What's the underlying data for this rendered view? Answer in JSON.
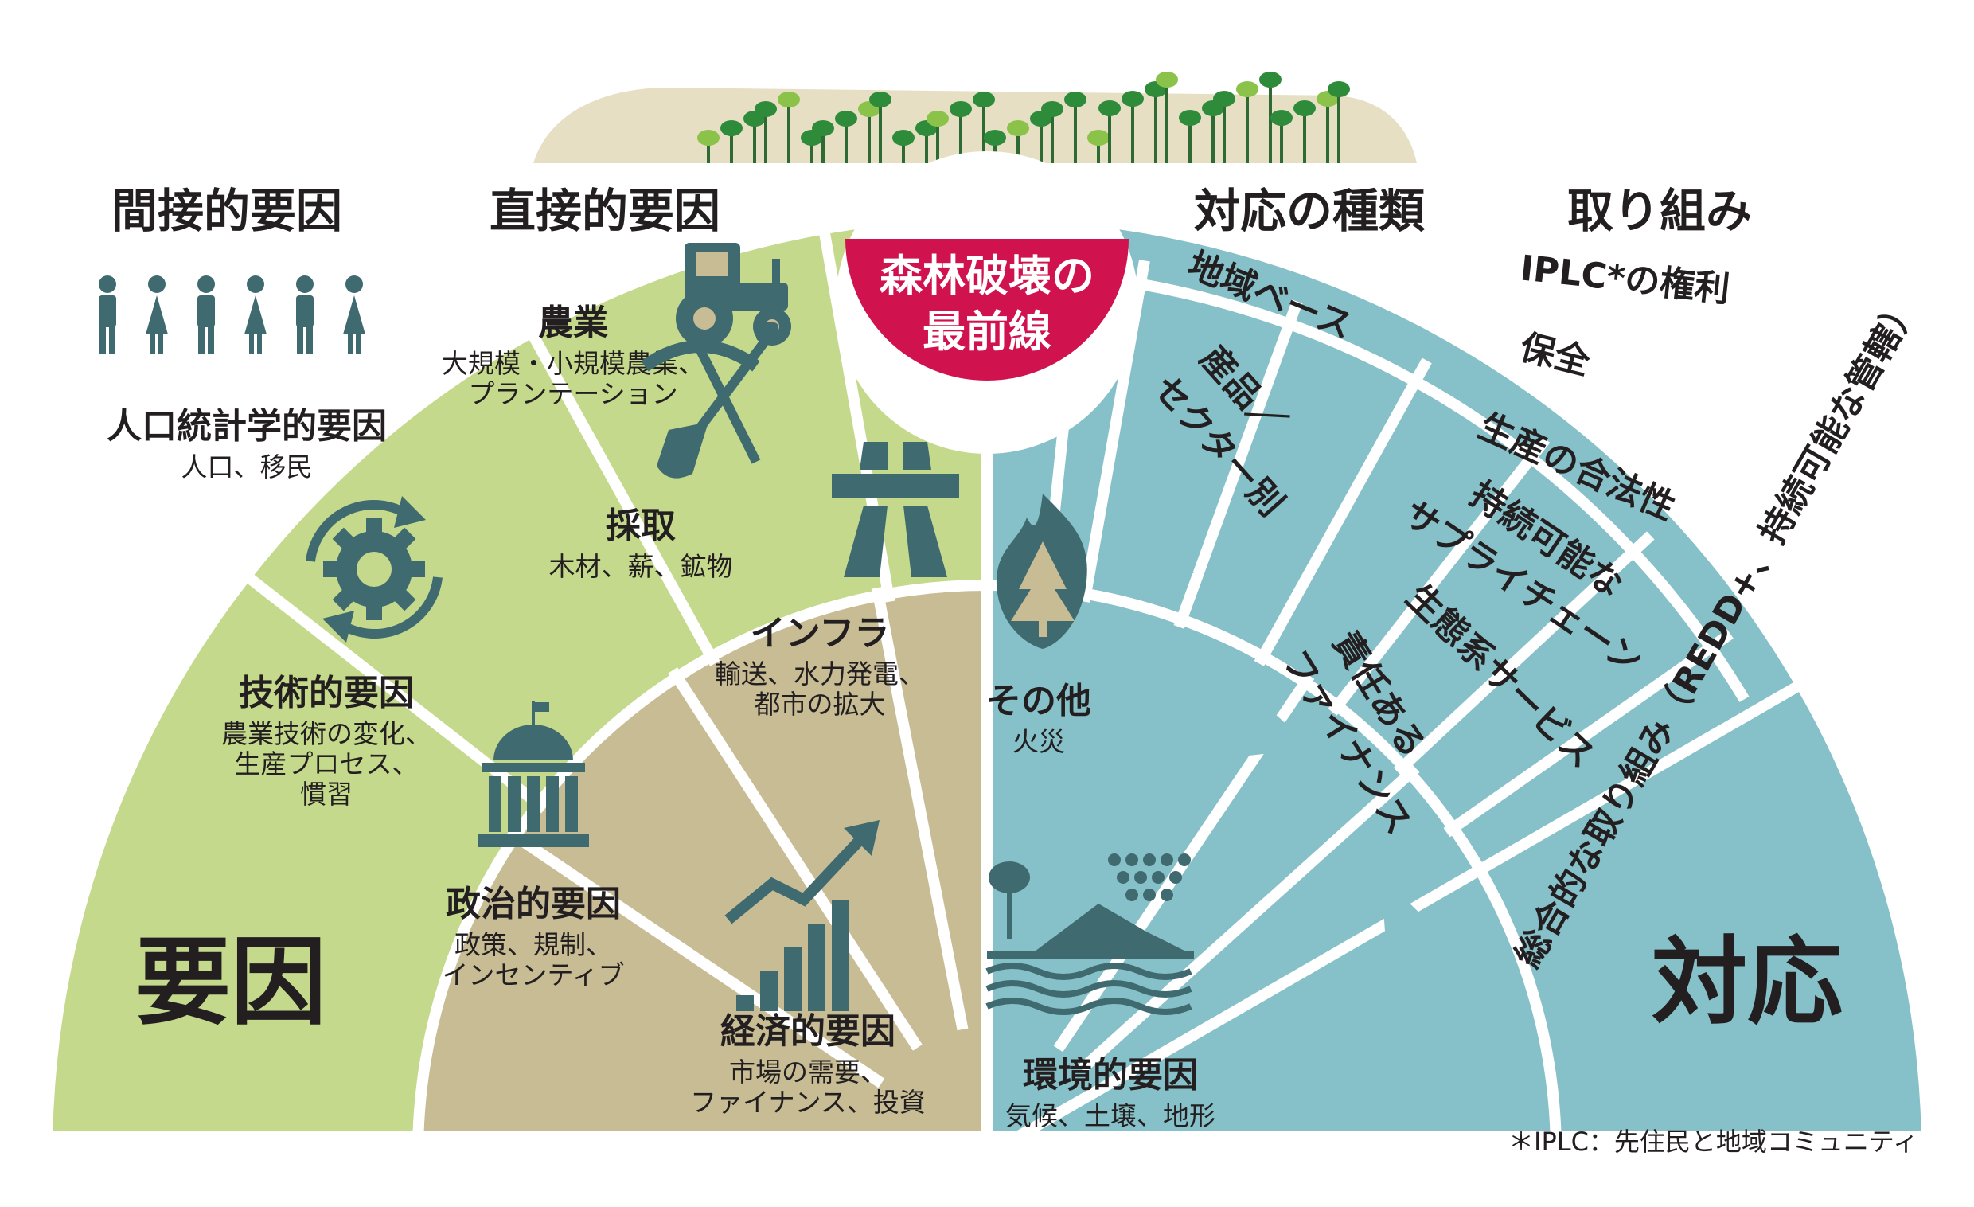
{
  "headers": {
    "indirect": "間接的要因",
    "direct": "直接的要因",
    "response_types": "対応の種類",
    "initiatives": "取り組み"
  },
  "big": {
    "causes": "要因",
    "responses": "対応"
  },
  "center": {
    "line1": "森林破壊の",
    "line2": "最前線"
  },
  "indirect_factors": [
    {
      "title": "人口統計学的要因",
      "desc": [
        "人口、移民"
      ],
      "icon": "people-icon"
    },
    {
      "title": "技術的要因",
      "desc": [
        "農業技術の変化、",
        "生産プロセス、",
        "慣習"
      ],
      "icon": "gear-cycle-icon"
    },
    {
      "title": "政治的要因",
      "desc": [
        "政策、規制、",
        "インセンティブ"
      ],
      "icon": "government-building-icon"
    },
    {
      "title": "経済的要因",
      "desc": [
        "市場の需要、",
        "ファイナンス、投資"
      ],
      "icon": "growth-chart-icon"
    },
    {
      "title": "環境的要因",
      "desc": [
        "気候、土壌、地形"
      ],
      "icon": "environment-icon"
    }
  ],
  "direct_factors": [
    {
      "title": "農業",
      "desc": [
        "大規模・小規模農業、",
        "プランテーション"
      ],
      "icon": "tractor-icon"
    },
    {
      "title": "採取",
      "desc": [
        "木材、薪、鉱物"
      ],
      "icon": "pickaxe-shovel-icon"
    },
    {
      "title": "インフラ",
      "desc": [
        "輸送、水力発電、",
        "都市の拡大"
      ],
      "icon": "road-icon"
    },
    {
      "title": "その他",
      "desc": [
        "火災"
      ],
      "icon": "fire-tree-icon"
    }
  ],
  "response_types": [
    "地域ベース",
    [
      "産品／",
      "セクター別"
    ],
    "責任ある",
    "ファイナンス"
  ],
  "initiatives": [
    "IPLC*の権利",
    "保全",
    "生産の合法性",
    [
      "持続可能な",
      "サプライチェーン"
    ],
    "生態系サービス"
  ],
  "comprehensive": "総合的な取り組み（REDD+、持続可能な管轄）",
  "footnote": "＊IPLC：先住民と地域コミュニティ",
  "colors": {
    "indirect": "#c4d98b",
    "direct": "#c7bc94",
    "response": "#86c0c8",
    "center": "#d0134f",
    "icon": "#3f6a70",
    "hill": "#e6dfc4",
    "tree": "#2e8b3a"
  }
}
